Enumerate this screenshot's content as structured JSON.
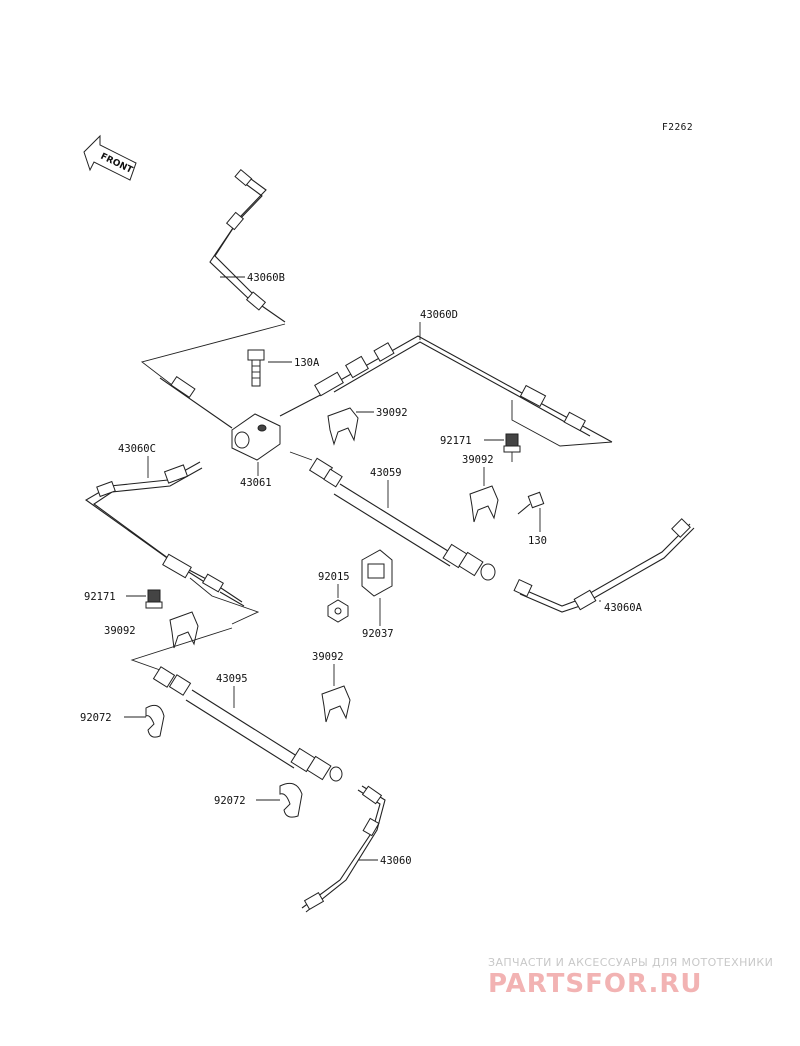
{
  "diagram_code": "F2262",
  "front_label": "FRONT",
  "labels": {
    "p43060B": "43060B",
    "p130A": "130A",
    "p43060D": "43060D",
    "p39092_a": "39092",
    "p92171_a": "92171",
    "p39092_b": "39092",
    "p43059": "43059",
    "p43060C": "43060C",
    "p43061": "43061",
    "p130": "130",
    "p92015": "92015",
    "p92037": "92037",
    "p43060A": "43060A",
    "p92171_b": "92171",
    "p39092_c": "39092",
    "p39092_d": "39092",
    "p43095": "43095",
    "p92072_a": "92072",
    "p92072_b": "92072",
    "p43060": "43060"
  },
  "watermark": {
    "line1": "ЗАПЧАСТИ И АКСЕССУАРЫ ДЛЯ МОТОТЕХНИКИ",
    "line2": "PARTSFOR.RU"
  },
  "colors": {
    "line": "#222222",
    "watermark_text": "#c8c8c8",
    "watermark_logo": "#f2b3b3"
  }
}
